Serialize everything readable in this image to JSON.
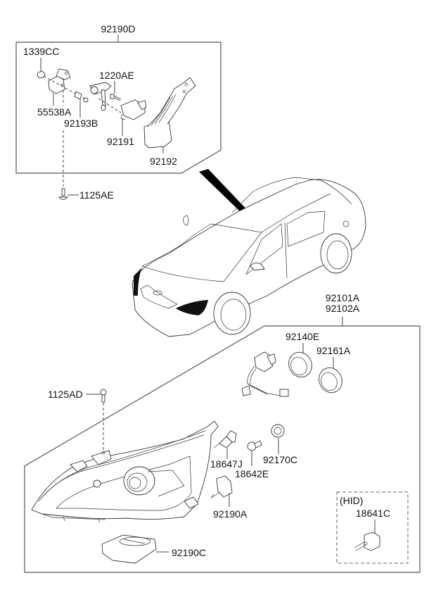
{
  "diagram": {
    "title": "Head Lamp Assembly Parts Diagram",
    "assemblies": {
      "leveling_unit": {
        "label": "92190D"
      },
      "head_lamp": {
        "label_line1": "92101A",
        "label_line2": "92102A"
      }
    },
    "parts": {
      "p1339CC": "1339CC",
      "p55538A": "55538A",
      "p92193B": "92193B",
      "p1220AE": "1220AE",
      "p92191": "92191",
      "p92192": "92192",
      "p1125AE": "1125AE",
      "p92140E": "92140E",
      "p92161A": "92161A",
      "p1125AD": "1125AD",
      "p18647J": "18647J",
      "p18642E": "18642E",
      "p92170C": "92170C",
      "p92190A": "92190A",
      "p92190C": "92190C",
      "p18641C": "18641C"
    },
    "hid_option": {
      "label": "(HID)"
    },
    "colors": {
      "line": "#444444",
      "text": "#111111",
      "background": "#ffffff"
    }
  }
}
